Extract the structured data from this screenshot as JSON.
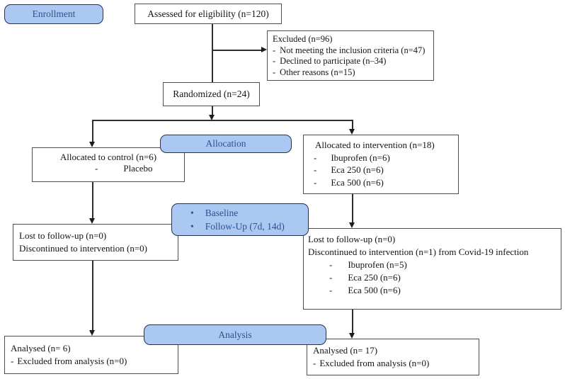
{
  "glyphs": {
    "dash": "-",
    "bullet": "•"
  },
  "stages": {
    "enrollment": "Enrollment",
    "allocation": "Allocation",
    "baseline": {
      "items": [
        "Baseline",
        "Follow-Up (7d, 14d)"
      ]
    },
    "analysis": "Analysis"
  },
  "boxes": {
    "assessed": {
      "label": "Assessed for eligibility (n=120)"
    },
    "excluded": {
      "title": "Excluded (n=96)",
      "items": [
        "Not meeting the inclusion criteria (n=47)",
        "Declined to participate (n–34)",
        "Other reasons (n=15)"
      ]
    },
    "randomized": {
      "label": "Randomized (n=24)"
    },
    "control": {
      "title": "Allocated to control (n=6)",
      "items": [
        "Placebo"
      ]
    },
    "intervention": {
      "title": "Allocated to intervention (n=18)",
      "items": [
        "Ibuprofen (n=6)",
        "Eca 250 (n=6)",
        "Eca 500 (n=6)"
      ]
    },
    "followup_control": {
      "lines": [
        "Lost to follow-up (n=0)",
        "Discontinued to intervention (n=0)"
      ]
    },
    "followup_intervention": {
      "lines": [
        "Lost to follow-up (n=0)",
        "Discontinued to intervention (n=1) from Covid-19 infection"
      ],
      "items": [
        "Ibuprofen (n=5)",
        "Eca 250 (n=6)",
        "Eca 500 (n=6)"
      ]
    },
    "analysed_control": {
      "line1": "Analysed (n= 6)",
      "line2": "Excluded from analysis (n=0)"
    },
    "analysed_intervention": {
      "line1": "Analysed (n= 17)",
      "line2": "Excluded from analysis (n=0)"
    }
  },
  "colors": {
    "badge_fill": "#abc8f3",
    "badge_text": "#30508c",
    "box_border": "#4d4d4d",
    "line": "#2e2e2e",
    "text": "#141414",
    "background": "#ffffff"
  }
}
